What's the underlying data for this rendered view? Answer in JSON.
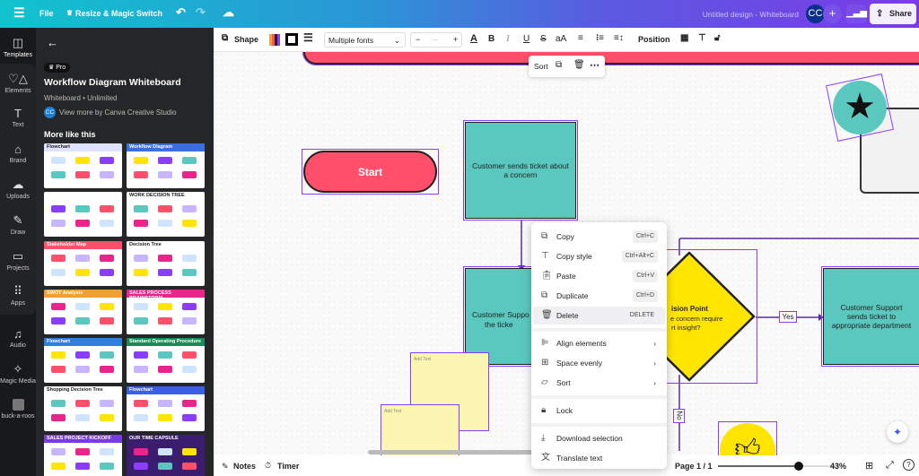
{
  "topbar": {
    "menu_icon": "hamburger-icon",
    "file": "File",
    "resize": "Resize & Magic Switch",
    "doc_title": "Untitled design - Whiteboard",
    "avatar": "CC",
    "share": "Share"
  },
  "rail": [
    {
      "label": "Templates",
      "icon": "templates-icon"
    },
    {
      "label": "Elements",
      "icon": "elements-icon"
    },
    {
      "label": "Text",
      "icon": "text-icon"
    },
    {
      "label": "Brand",
      "icon": "brand-icon"
    },
    {
      "label": "Uploads",
      "icon": "uploads-icon"
    },
    {
      "label": "Draw",
      "icon": "draw-icon"
    },
    {
      "label": "Projects",
      "icon": "projects-icon"
    },
    {
      "label": "Apps",
      "icon": "apps-icon"
    },
    {
      "label": "Audio",
      "icon": "audio-icon"
    },
    {
      "label": "Magic Media",
      "icon": "magic-media-icon"
    },
    {
      "label": "buck-a-roos",
      "icon": "app-icon"
    }
  ],
  "panel": {
    "badge": "Pro",
    "title": "Workflow Diagram Whiteboard",
    "subtitle": "Whiteboard • Unlimited",
    "author_avatar": "CC",
    "author": "View more by Canva Creative Studio",
    "section": "More like this",
    "templates": [
      {
        "title": "Flowchart",
        "color": "#dfe3ff",
        "dark": true
      },
      {
        "title": "Workflow Diagram",
        "color": "#3b6fe0"
      },
      {
        "title": "",
        "color": "#ffffff"
      },
      {
        "title": "WORK DECISION TREE",
        "color": "#ffffff",
        "dark": true
      },
      {
        "title": "Stakeholder Map",
        "color": "#ff4f6a"
      },
      {
        "title": "Decision Tree",
        "color": "#ffffff",
        "dark": true
      },
      {
        "title": "SWOT Analysis",
        "color": "#f0a030"
      },
      {
        "title": "SALES PROCESS BRAINSTORM",
        "color": "#e9248a"
      },
      {
        "title": "Flowchart",
        "color": "#2f7fe0"
      },
      {
        "title": "Standard Operating Procedure",
        "color": "#1a8c5a"
      },
      {
        "title": "Shopping Decision Tree",
        "color": "#ffffff",
        "dark": true
      },
      {
        "title": "Flowchart",
        "color": "#3b5ee6"
      },
      {
        "title": "SALES PROJECT KICKOFF",
        "color": "#7b3ae8"
      },
      {
        "title": "OUR TIME CAPSULE",
        "color": "#3a1d6e"
      }
    ]
  },
  "toolbar": {
    "shape": "Shape",
    "font": "Multiple fonts",
    "font_size": "--",
    "position": "Position"
  },
  "float_toolbar": {
    "sort": "Sort"
  },
  "canvas": {
    "start": "Start",
    "box1": "Customer sends ticket about a concern",
    "box2_line1": "Customer Suppo",
    "box2_line2": "the ticke",
    "decision_line1": "ision Point",
    "decision_line2": "e concern require",
    "decision_line3": "rt insight?",
    "yes": "Yes",
    "no": "No",
    "box3": "Customer Support sends ticket to appropriate department",
    "sticky1": "Add Text",
    "sticky2": "Add Text"
  },
  "menu": [
    {
      "label": "Copy",
      "icon": "copy-icon",
      "shortcut": "Ctrl+C"
    },
    {
      "label": "Copy style",
      "icon": "paint-roller-icon",
      "shortcut": "Ctrl+Alt+C"
    },
    {
      "label": "Paste",
      "icon": "clipboard-icon",
      "shortcut": "Ctrl+V"
    },
    {
      "label": "Duplicate",
      "icon": "duplicate-icon",
      "shortcut": "Ctrl+D"
    },
    {
      "label": "Delete",
      "icon": "trash-icon",
      "shortcut": "DELETE"
    },
    {
      "label": "Align elements",
      "icon": "align-icon",
      "submenu": true
    },
    {
      "label": "Space evenly",
      "icon": "grid-icon",
      "submenu": true
    },
    {
      "label": "Sort",
      "icon": "sort-icon",
      "submenu": true
    },
    {
      "label": "Lock",
      "icon": "lock-icon"
    },
    {
      "label": "Download selection",
      "icon": "download-icon"
    },
    {
      "label": "Translate text",
      "icon": "translate-icon"
    }
  ],
  "bottombar": {
    "notes": "Notes",
    "timer": "Timer",
    "page": "Page 1 / 1",
    "zoom": "43%",
    "zoom_value": 43
  },
  "colors": {
    "teal": "#5ac8be",
    "red": "#ff4f6a",
    "yellow": "#ffe500",
    "sticky": "#fdf6b2",
    "selection": "#8b3dff"
  }
}
